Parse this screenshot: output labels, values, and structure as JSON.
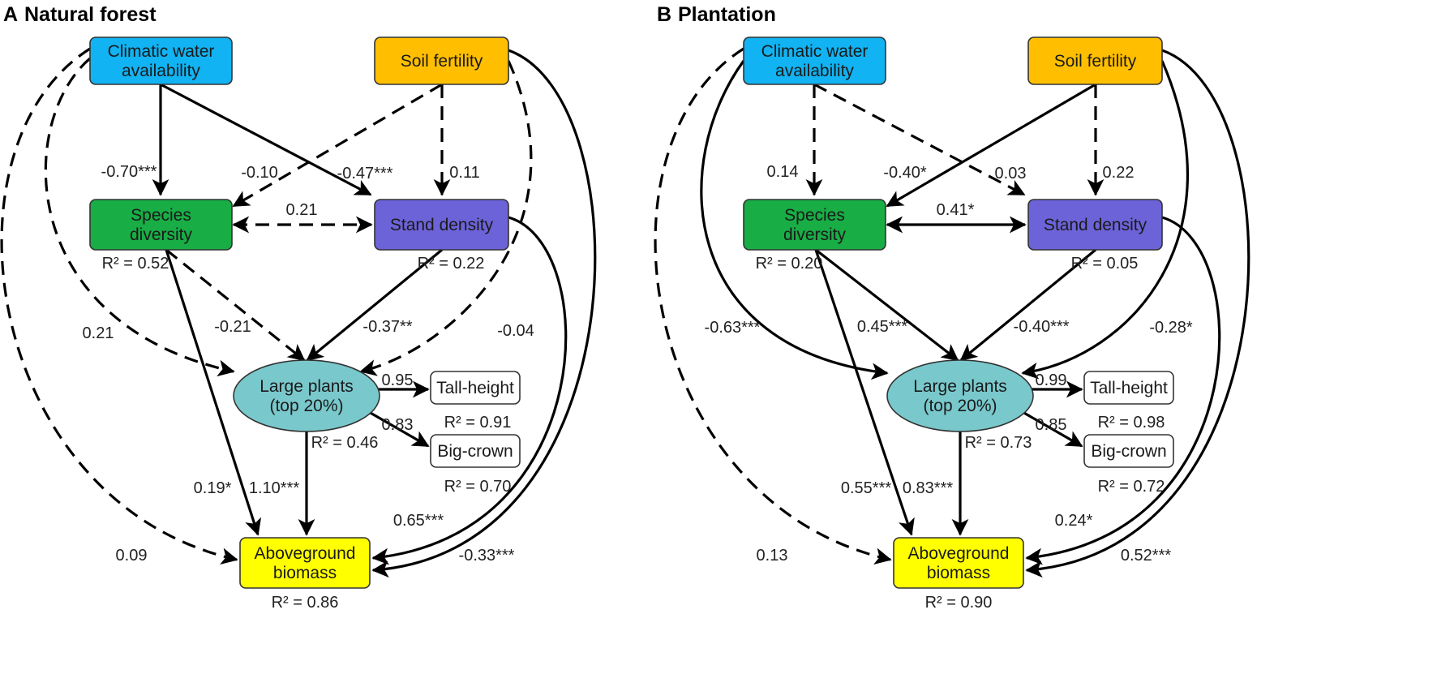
{
  "panels": [
    {
      "letter": "A",
      "title": "Natural forest",
      "nodes": {
        "climate": {
          "label": [
            "Climatic water",
            "availability"
          ],
          "color": "#11b3f2"
        },
        "soil": {
          "label": [
            "Soil fertility"
          ],
          "color": "#ffbf00"
        },
        "species": {
          "label": [
            "Species",
            "diversity"
          ],
          "color": "#18ad45",
          "r2": "R² = 0.52"
        },
        "stand": {
          "label": [
            "Stand density"
          ],
          "color": "#6c63d8",
          "r2": "R² = 0.22"
        },
        "large": {
          "label": [
            "Large plants",
            "(top 20%)"
          ],
          "color": "#79c8cc",
          "r2": "R² = 0.46"
        },
        "tall": {
          "label": [
            "Tall-height"
          ],
          "color": "#ffffff",
          "r2": "R² = 0.91"
        },
        "crown": {
          "label": [
            "Big-crown"
          ],
          "color": "#ffffff",
          "r2": "R² = 0.70"
        },
        "agb": {
          "label": [
            "Aboveground",
            "biomass"
          ],
          "color": "#ffff00",
          "r2": "R² = 0.86"
        }
      },
      "paths": {
        "climate_species": "-0.70***",
        "soil_species": "-0.10",
        "climate_stand": "-0.47***",
        "soil_stand": "0.11",
        "species_stand": "0.21",
        "climate_large": "0.21",
        "species_large": "-0.21",
        "stand_large": "-0.37**",
        "soil_large": "-0.04",
        "large_tall": "0.95",
        "large_crown": "0.83",
        "climate_agb": "0.09",
        "species_agb": "0.19*",
        "large_agb": "1.10***",
        "stand_agb": "0.65***",
        "soil_agb": "-0.33***"
      }
    },
    {
      "letter": "B",
      "title": "Plantation",
      "nodes": {
        "climate": {
          "label": [
            "Climatic water",
            "availability"
          ],
          "color": "#11b3f2"
        },
        "soil": {
          "label": [
            "Soil fertility"
          ],
          "color": "#ffbf00"
        },
        "species": {
          "label": [
            "Species",
            "diversity"
          ],
          "color": "#18ad45",
          "r2": "R² = 0.20"
        },
        "stand": {
          "label": [
            "Stand density"
          ],
          "color": "#6c63d8",
          "r2": "R² = 0.05"
        },
        "large": {
          "label": [
            "Large plants",
            "(top 20%)"
          ],
          "color": "#79c8cc",
          "r2": "R² = 0.73"
        },
        "tall": {
          "label": [
            "Tall-height"
          ],
          "color": "#ffffff",
          "r2": "R² = 0.98"
        },
        "crown": {
          "label": [
            "Big-crown"
          ],
          "color": "#ffffff",
          "r2": "R² = 0.72"
        },
        "agb": {
          "label": [
            "Aboveground",
            "biomass"
          ],
          "color": "#ffff00",
          "r2": "R² = 0.90"
        }
      },
      "paths": {
        "climate_species": "0.14",
        "soil_species": "-0.40*",
        "climate_stand": "0.03",
        "soil_stand": "0.22",
        "species_stand": "0.41*",
        "climate_large": "-0.63***",
        "species_large": "0.45***",
        "stand_large": "-0.40***",
        "soil_large": "-0.28*",
        "large_tall": "0.99",
        "large_crown": "0.85",
        "climate_agb": "0.13",
        "species_agb": "0.55***",
        "large_agb": "0.83***",
        "stand_agb": "0.24*",
        "soil_agb": "0.52***"
      }
    }
  ]
}
